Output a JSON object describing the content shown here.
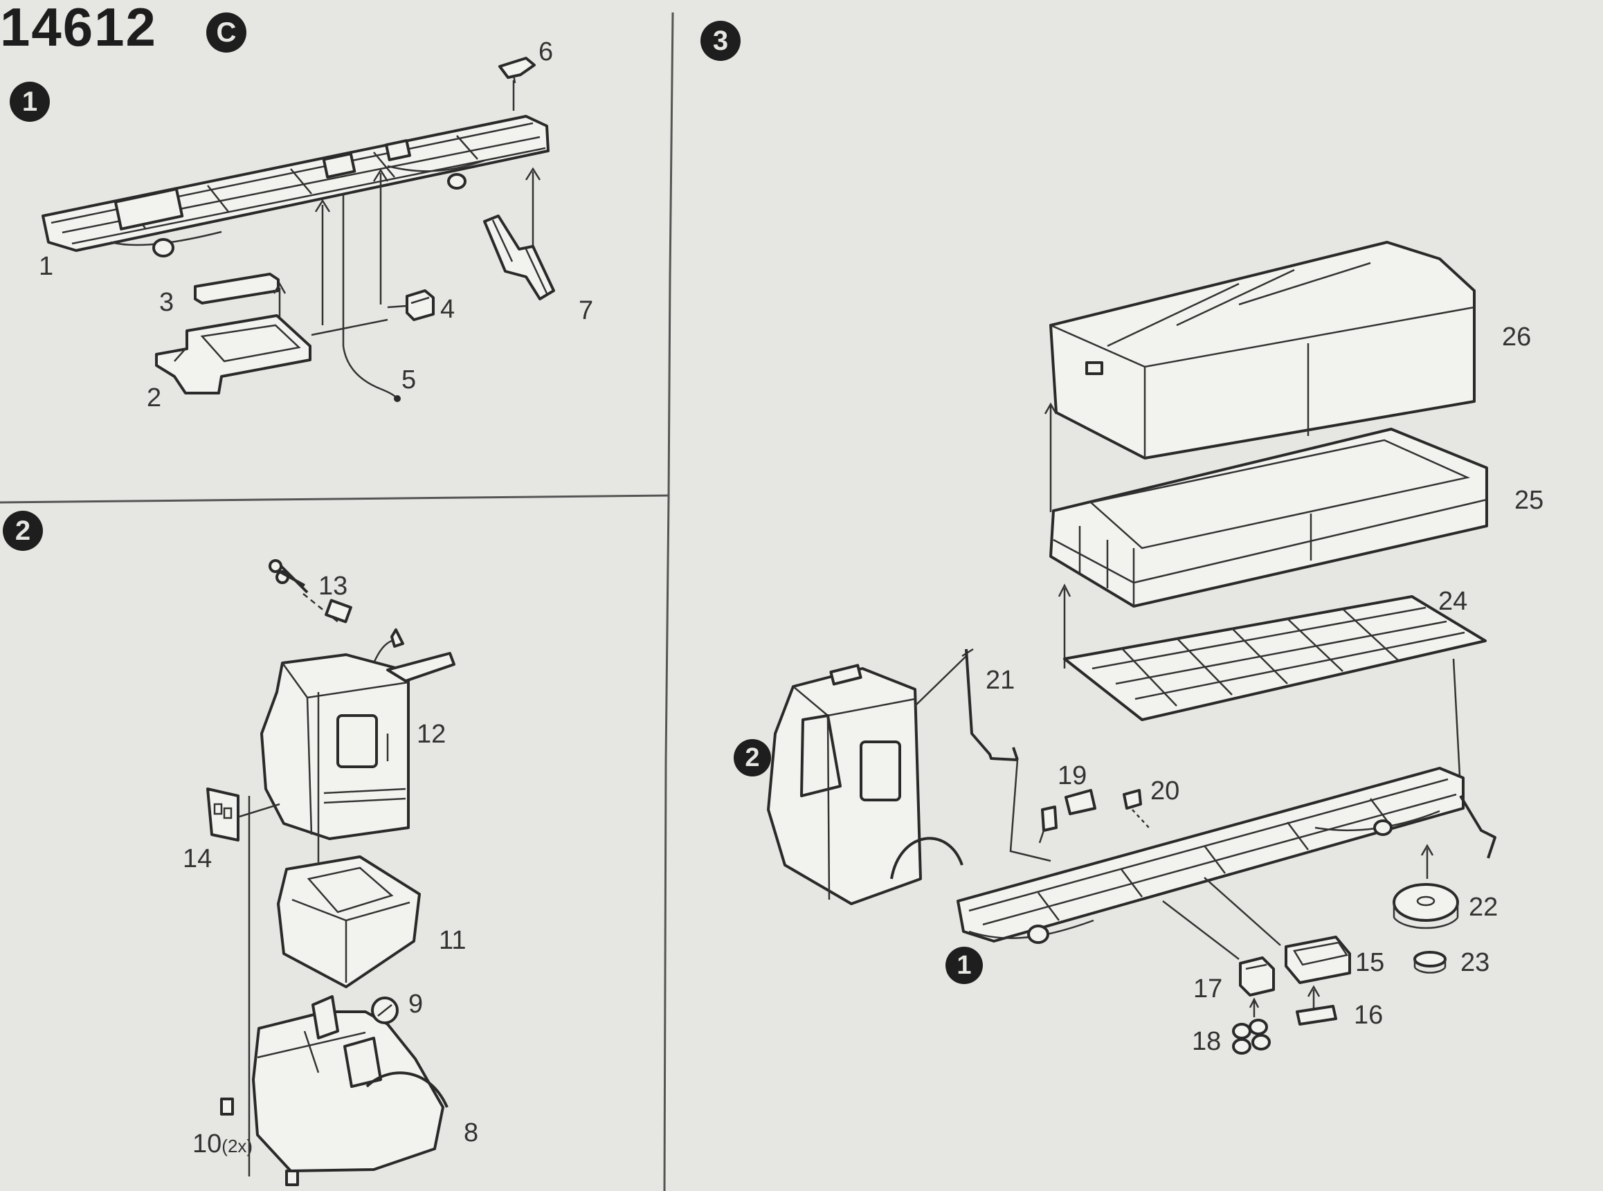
{
  "sheet": {
    "number": "14612",
    "variant_badge": "C"
  },
  "steps": [
    {
      "badge": "1"
    },
    {
      "badge": "2"
    },
    {
      "badge": "3"
    }
  ],
  "step3_refs": {
    "cab_ref": "2",
    "chassis_ref": "1"
  },
  "parts": {
    "p1": "1",
    "p2": "2",
    "p3": "3",
    "p4": "4",
    "p5": "5",
    "p6": "6",
    "p7": "7",
    "p8": "8",
    "p9": "9",
    "p10": "10",
    "p10_qty": "(2x)",
    "p11": "11",
    "p12": "12",
    "p13": "13",
    "p14": "14",
    "p15": "15",
    "p16": "16",
    "p17": "17",
    "p18": "18",
    "p19": "19",
    "p20": "20",
    "p21": "21",
    "p22": "22",
    "p23": "23",
    "p24": "24",
    "p25": "25",
    "p26": "26"
  },
  "icons": {
    "scissors": "scissors-icon"
  }
}
